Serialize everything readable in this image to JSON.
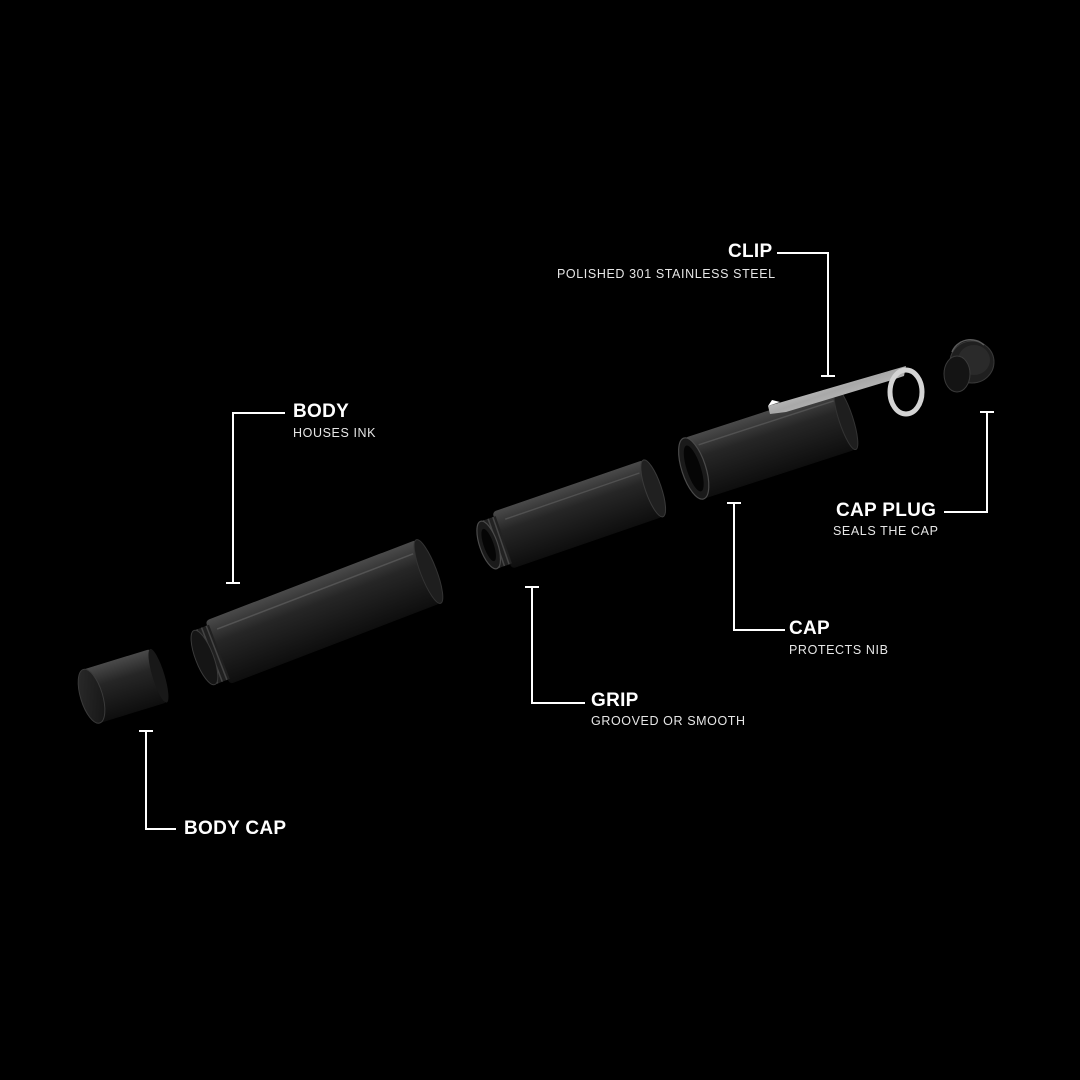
{
  "colors": {
    "background": "#000000",
    "leader_line": "#ffffff",
    "part_body": "#1c1c1c",
    "part_highlight": "#5a5a5a",
    "clip_metal": "#d9d9d9"
  },
  "callouts": {
    "clip": {
      "title": "CLIP",
      "subtitle": "POLISHED 301 STAINLESS STEEL"
    },
    "body": {
      "title": "BODY",
      "subtitle": "HOUSES INK"
    },
    "cap_plug": {
      "title": "CAP PLUG",
      "subtitle": "SEALS THE CAP"
    },
    "cap": {
      "title": "CAP",
      "subtitle": "PROTECTS NIB"
    },
    "grip": {
      "title": "GRIP",
      "subtitle": "GROOVED OR SMOOTH"
    },
    "body_cap": {
      "title": "BODY CAP"
    }
  }
}
